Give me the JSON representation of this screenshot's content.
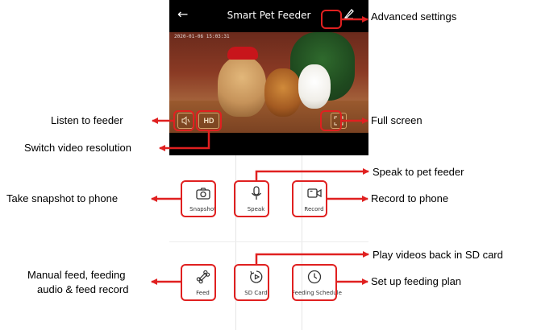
{
  "app": {
    "title": "Smart Pet Feeder",
    "back_icon": "back-arrow-icon",
    "edit_icon": "edit-pencil-icon"
  },
  "video": {
    "timestamp": "2020-01-06   15:03:31",
    "hd_label": "HD",
    "speaker_icon": "speaker-icon",
    "fullscreen_icon": "fullscreen-icon"
  },
  "actions": [
    {
      "label": "Snapshot",
      "icon": "camera-icon"
    },
    {
      "label": "Speak",
      "icon": "microphone-icon"
    },
    {
      "label": "Record",
      "icon": "video-record-icon"
    },
    {
      "label": "Feed",
      "icon": "bone-icon"
    },
    {
      "label": "SD Card",
      "icon": "playback-icon"
    },
    {
      "label": "Feeding Schedule",
      "icon": "clock-icon"
    }
  ],
  "annotations": {
    "advanced_settings": "Advanced settings",
    "listen_to_feeder": "Listen to feeder",
    "full_screen": "Full screen",
    "switch_resolution": "Switch video resolution",
    "speak_to_feeder": "Speak to pet feeder",
    "take_snapshot": "Take snapshot to phone",
    "record_to_phone": "Record to phone",
    "play_sd": "Play videos back in SD card",
    "manual_feed_line1": "Manual  feed,  feeding",
    "manual_feed_line2": "audio  &  feed record",
    "feeding_plan": "Set up feeding plan"
  },
  "colors": {
    "annotation_red": "#e02020",
    "video_frame_accent": "#d4a06a"
  }
}
